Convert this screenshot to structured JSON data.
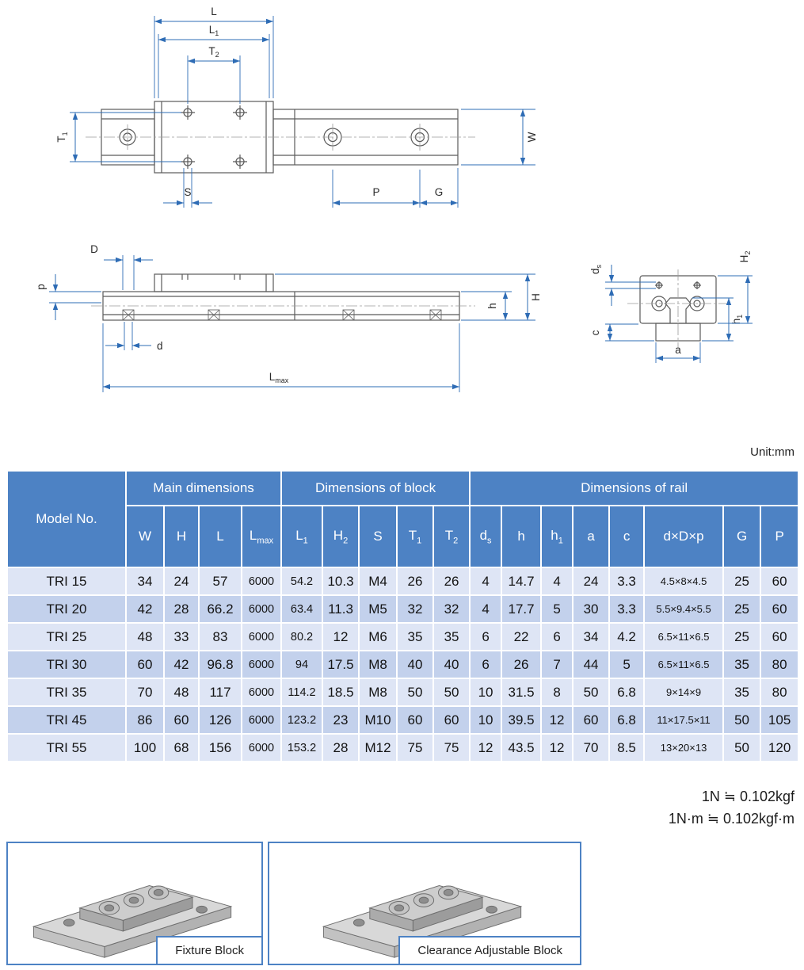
{
  "unit_label": "Unit:mm",
  "notes": {
    "line1": "1N ≒ 0.102kgf",
    "line2": "1N·m ≒ 0.102kgf·m"
  },
  "dims": {
    "L": {
      "b": "L",
      "s": ""
    },
    "L1": {
      "b": "L",
      "s": "1"
    },
    "T2": {
      "b": "T",
      "s": "2"
    },
    "T1": {
      "b": "T",
      "s": "1"
    },
    "W": {
      "b": "W",
      "s": ""
    },
    "S": {
      "b": "S",
      "s": ""
    },
    "P": {
      "b": "P",
      "s": ""
    },
    "G": {
      "b": "G",
      "s": ""
    },
    "D": {
      "b": "D",
      "s": ""
    },
    "p": {
      "b": "p",
      "s": ""
    },
    "d": {
      "b": "d",
      "s": ""
    },
    "Lmax": {
      "b": "L",
      "s": "max"
    },
    "h": {
      "b": "h",
      "s": ""
    },
    "H": {
      "b": "H",
      "s": ""
    },
    "ds": {
      "b": "d",
      "s": "s"
    },
    "H2": {
      "b": "H",
      "s": "2"
    },
    "c": {
      "b": "c",
      "s": ""
    },
    "a": {
      "b": "a",
      "s": ""
    },
    "h1": {
      "b": "h",
      "s": "1"
    }
  },
  "table": {
    "model_header": "Model No.",
    "groups": [
      {
        "label": "Main dimensions",
        "span": 4
      },
      {
        "label": "Dimensions of block",
        "span": 5
      },
      {
        "label": "Dimensions of rail",
        "span": 8
      }
    ],
    "columns": [
      {
        "b": "W",
        "s": ""
      },
      {
        "b": "H",
        "s": ""
      },
      {
        "b": "L",
        "s": ""
      },
      {
        "b": "L",
        "s": "max"
      },
      {
        "b": "L",
        "s": "1"
      },
      {
        "b": "H",
        "s": "2"
      },
      {
        "b": "S",
        "s": ""
      },
      {
        "b": "T",
        "s": "1"
      },
      {
        "b": "T",
        "s": "2"
      },
      {
        "b": "d",
        "s": "s"
      },
      {
        "b": "h",
        "s": ""
      },
      {
        "b": "h",
        "s": "1"
      },
      {
        "b": "a",
        "s": ""
      },
      {
        "b": "c",
        "s": ""
      },
      {
        "b": "d×D×p",
        "s": ""
      },
      {
        "b": "G",
        "s": ""
      },
      {
        "b": "P",
        "s": ""
      }
    ],
    "rows": [
      {
        "model": "TRI 15",
        "values": [
          "34",
          "24",
          "57",
          "6000",
          "54.2",
          "10.3",
          "M4",
          "26",
          "26",
          "4",
          "14.7",
          "4",
          "24",
          "3.3",
          "4.5×8×4.5",
          "25",
          "60"
        ]
      },
      {
        "model": "TRI 20",
        "values": [
          "42",
          "28",
          "66.2",
          "6000",
          "63.4",
          "11.3",
          "M5",
          "32",
          "32",
          "4",
          "17.7",
          "5",
          "30",
          "3.3",
          "5.5×9.4×5.5",
          "25",
          "60"
        ]
      },
      {
        "model": "TRI 25",
        "values": [
          "48",
          "33",
          "83",
          "6000",
          "80.2",
          "12",
          "M6",
          "35",
          "35",
          "6",
          "22",
          "6",
          "34",
          "4.2",
          "6.5×11×6.5",
          "25",
          "60"
        ]
      },
      {
        "model": "TRI 30",
        "values": [
          "60",
          "42",
          "96.8",
          "6000",
          "94",
          "17.5",
          "M8",
          "40",
          "40",
          "6",
          "26",
          "7",
          "44",
          "5",
          "6.5×11×6.5",
          "35",
          "80"
        ]
      },
      {
        "model": "TRI 35",
        "values": [
          "70",
          "48",
          "117",
          "6000",
          "114.2",
          "18.5",
          "M8",
          "50",
          "50",
          "10",
          "31.5",
          "8",
          "50",
          "6.8",
          "9×14×9",
          "35",
          "80"
        ]
      },
      {
        "model": "TRI 45",
        "values": [
          "86",
          "60",
          "126",
          "6000",
          "123.2",
          "23",
          "M10",
          "60",
          "60",
          "10",
          "39.5",
          "12",
          "60",
          "6.8",
          "11×17.5×11",
          "50",
          "105"
        ]
      },
      {
        "model": "TRI 55",
        "values": [
          "100",
          "68",
          "156",
          "6000",
          "153.2",
          "28",
          "M12",
          "75",
          "75",
          "12",
          "43.5",
          "12",
          "70",
          "8.5",
          "13×20×13",
          "50",
          "120"
        ]
      }
    ]
  },
  "captions": {
    "left": "Fixture Block",
    "right": "Clearance Adjustable Block"
  },
  "colors": {
    "accent": "#2e6cb5",
    "header_bg": "#4d82c4",
    "row_light": "#dee5f5",
    "row_dark": "#c3d1ec"
  }
}
